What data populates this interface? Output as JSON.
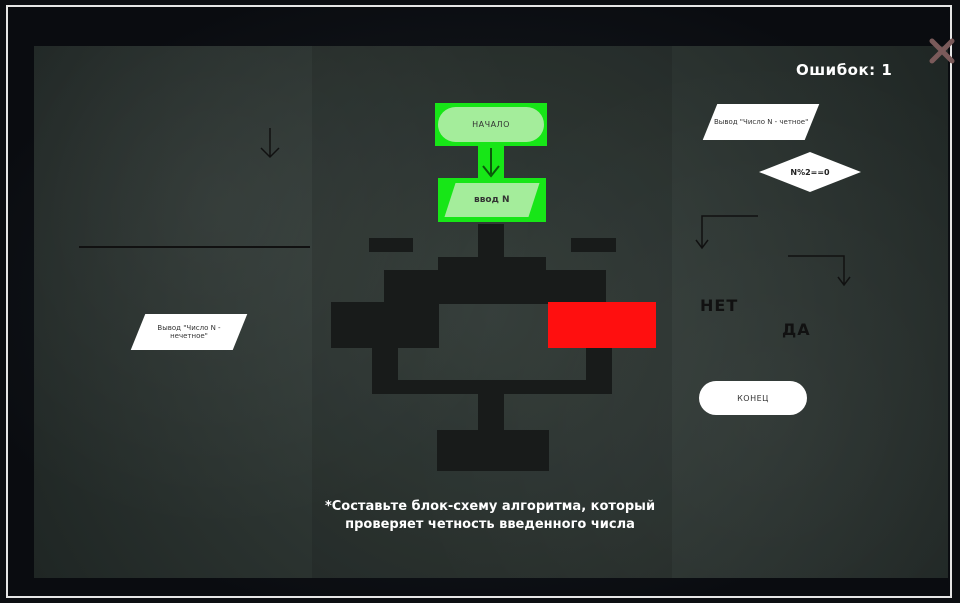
{
  "hud": {
    "errors_label": "Ошибок: 1"
  },
  "task_text": "*Составьте блок-схему алгоритма, который проверяет четность введенного числа",
  "placed_blocks": {
    "start": "НАЧАЛО",
    "input": "ввод N"
  },
  "palette": {
    "output_odd": "Вывод \"Число N - нечетное\"",
    "output_even": "Вывод \"Число N - четное\"",
    "condition": "N%2==0",
    "no_label": "НЕТ",
    "yes_label": "ДА",
    "end": "КОНЕЦ"
  },
  "colors": {
    "placed_border": "#17e617",
    "placed_fill": "#a4ed9b",
    "error_slot": "#ff0f0f",
    "slot": "#181b1a"
  },
  "icons": {
    "close": "close-x-icon",
    "arrow": "down-arrow-icon"
  }
}
